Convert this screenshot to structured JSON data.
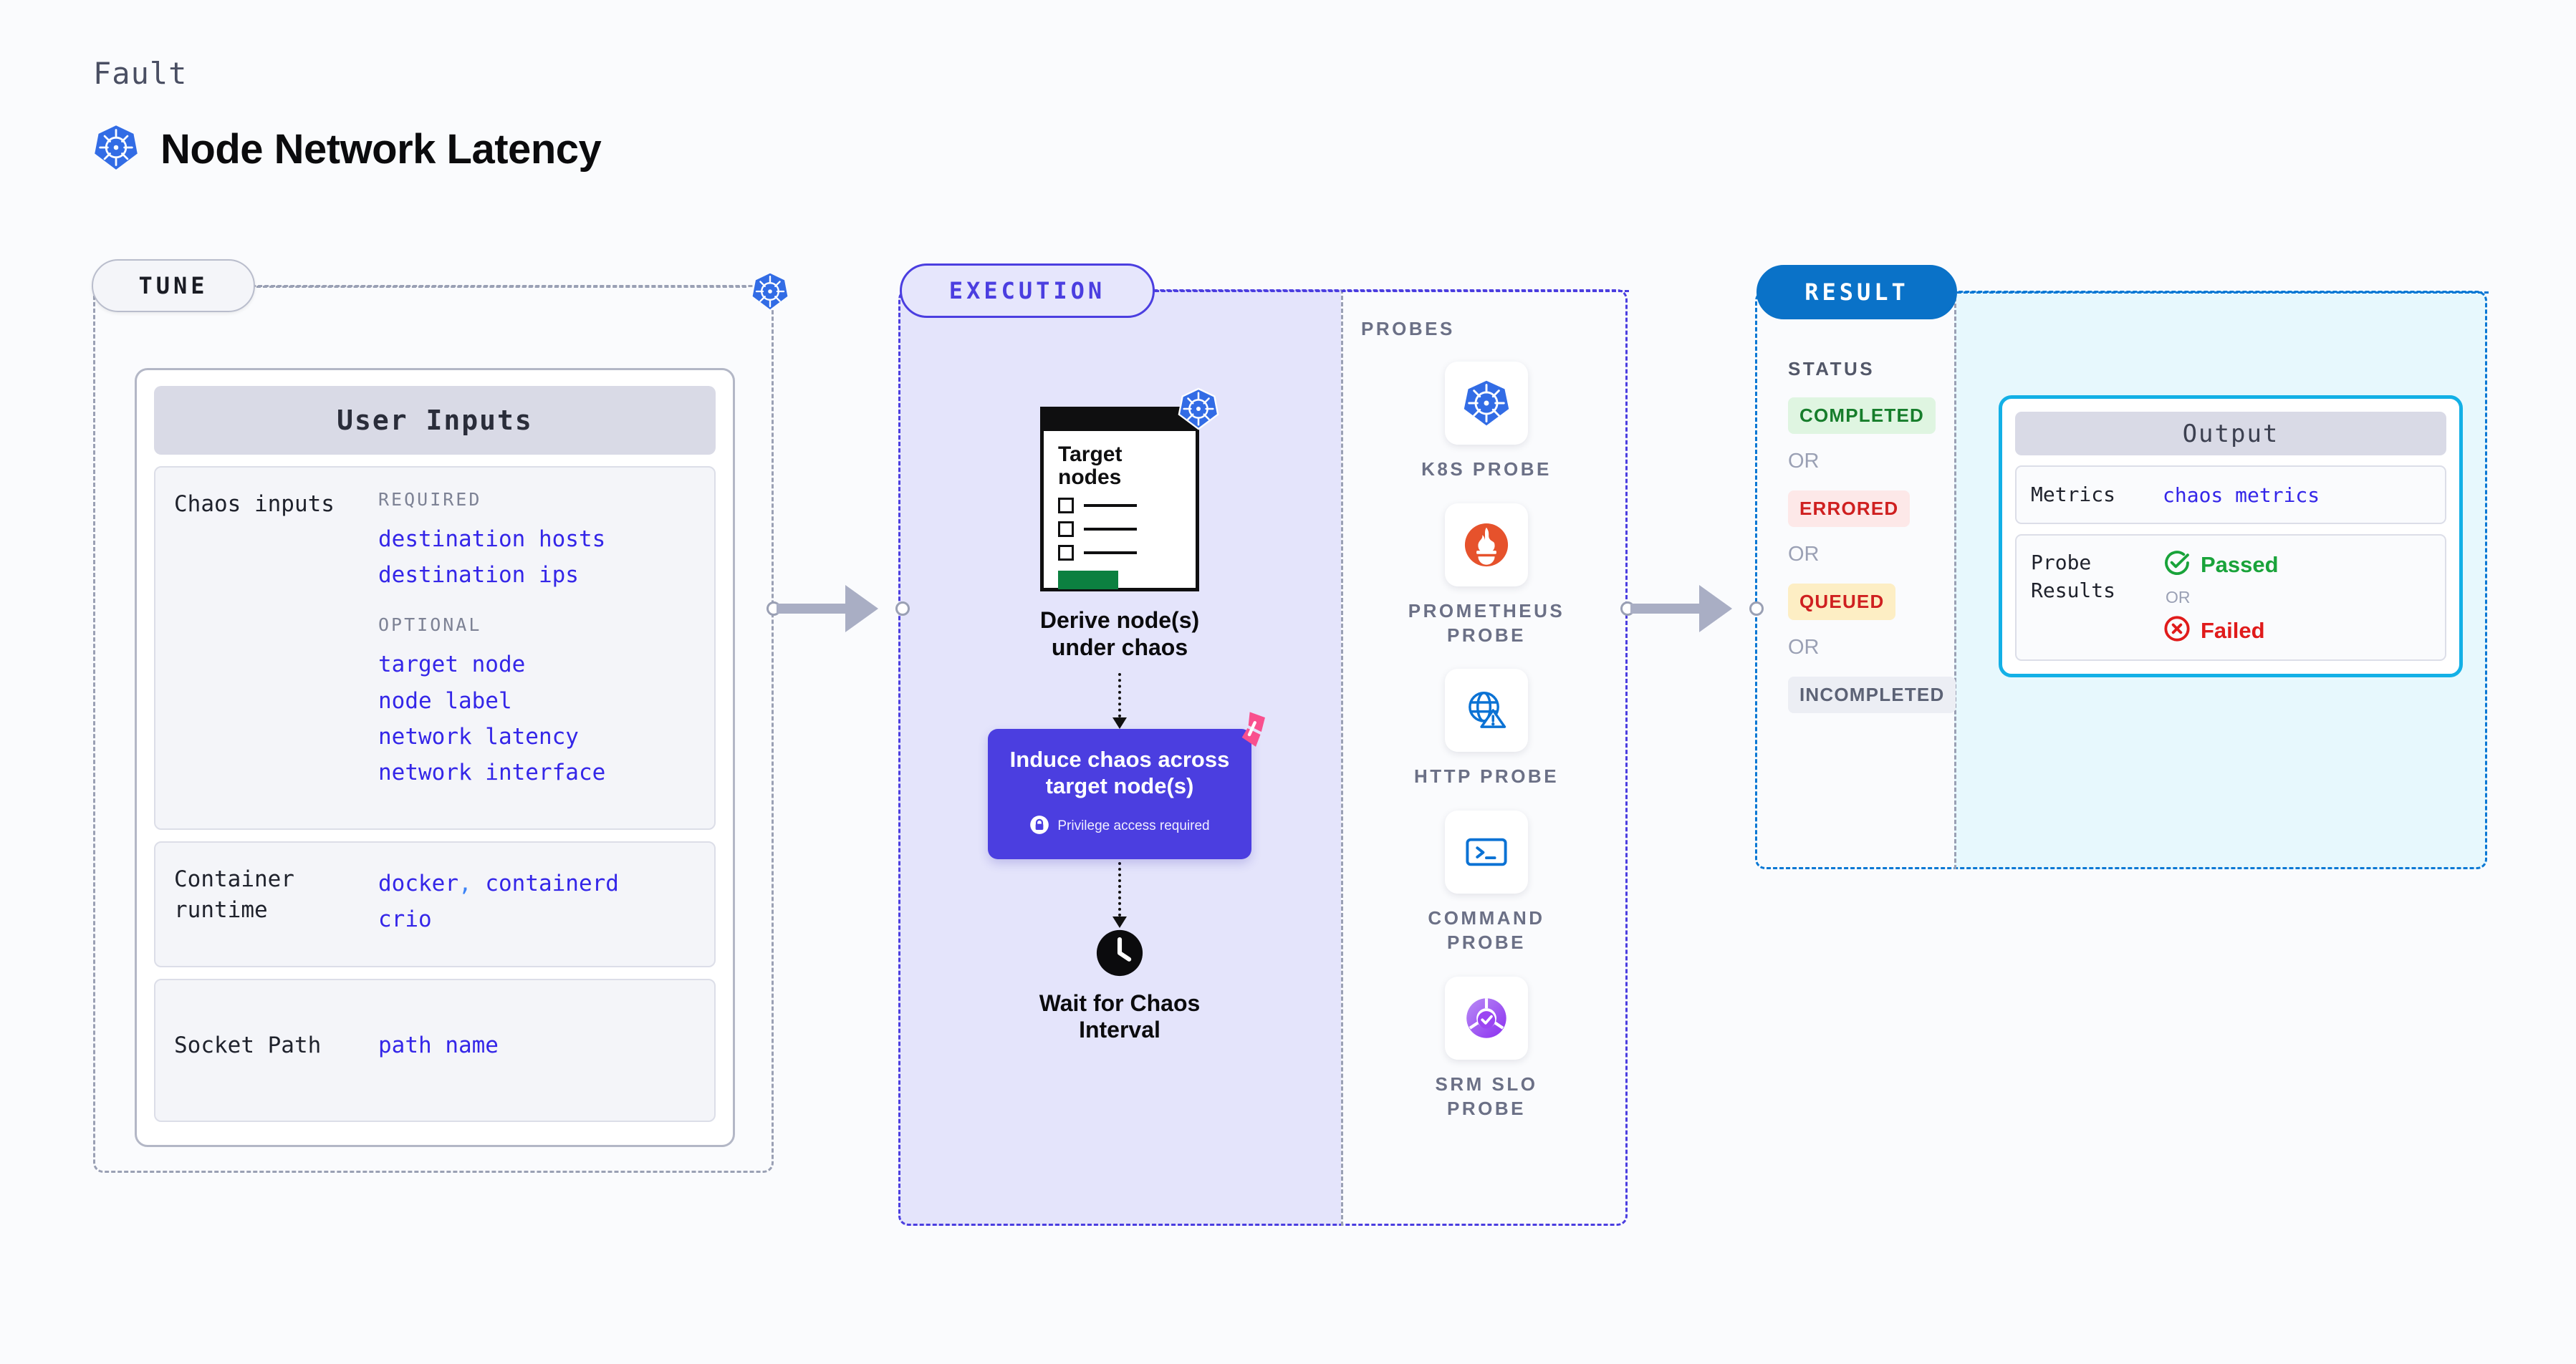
{
  "header": {
    "eyebrow": "Fault",
    "title": "Node Network Latency",
    "icon": "kubernetes-icon"
  },
  "colors": {
    "violet": "#4b3ee0",
    "blue": "#0a72c8",
    "cyan": "#13b0e6",
    "green": "#0c8040",
    "red": "#d92323",
    "pink": "#f9508e",
    "code_blue": "#3426e8",
    "grey_border": "#9aa0b4"
  },
  "stages": {
    "tune": {
      "pill_label": "TUNE",
      "badge_icon": "kubernetes-icon"
    },
    "execution": {
      "pill_label": "EXECUTION"
    },
    "result": {
      "pill_label": "RESULT"
    }
  },
  "tune": {
    "card_title": "User Inputs",
    "sections": [
      {
        "label": "Chaos inputs",
        "groups": [
          {
            "title": "REQUIRED",
            "values": [
              "destination hosts",
              "destination ips"
            ]
          },
          {
            "title": "OPTIONAL",
            "values": [
              "target node",
              "node label",
              "network latency",
              "network interface"
            ]
          }
        ]
      }
    ],
    "runtime": {
      "label": "Container runtime",
      "values_line1": [
        "docker",
        "containerd"
      ],
      "separator": ",",
      "values_line2": [
        "crio"
      ]
    },
    "socket": {
      "label": "Socket Path",
      "value": "path name"
    }
  },
  "execution": {
    "doc": {
      "title_line1": "Target",
      "title_line2": "nodes",
      "badge_icon": "kubernetes-icon",
      "checkbox_rows": 3
    },
    "step1_caption_line1": "Derive node(s)",
    "step1_caption_line2": "under chaos",
    "chaos": {
      "title_line1": "Induce chaos across",
      "title_line2": "target node(s)",
      "privilege_text": "Privilege access required",
      "privilege_icon": "lock-icon",
      "corner_icon": "harness-logo-icon"
    },
    "step3_icon": "clock-icon",
    "step3_caption_line1": "Wait for Chaos",
    "step3_caption_line2": "Interval"
  },
  "probes": {
    "title": "PROBES",
    "items": [
      {
        "label": "K8S PROBE",
        "icon": "kubernetes-icon"
      },
      {
        "label": "PROMETHEUS\nPROBE",
        "icon": "prometheus-icon"
      },
      {
        "label": "HTTP PROBE",
        "icon": "globe-warning-icon"
      },
      {
        "label": "COMMAND\nPROBE",
        "icon": "terminal-icon"
      },
      {
        "label": "SRM SLO\nPROBE",
        "icon": "srm-slo-icon"
      }
    ]
  },
  "result": {
    "status_title": "STATUS",
    "or_label": "OR",
    "badges": [
      {
        "label": "COMPLETED",
        "bg": "#dff5e1",
        "fg": "#167d2b"
      },
      {
        "label": "ERRORED",
        "bg": "#fde8e8",
        "fg": "#cf2020"
      },
      {
        "label": "QUEUED",
        "bg": "#fdeec4",
        "fg": "#cf2020"
      },
      {
        "label": "INCOMPLETED",
        "bg": "#eceef4",
        "fg": "#5c6275"
      }
    ],
    "output": {
      "title": "Output",
      "metrics_label": "Metrics",
      "metrics_value": "chaos metrics",
      "probe_label_line1": "Probe",
      "probe_label_line2": "Results",
      "passed_label": "Passed",
      "passed_icon": "check-circle-icon",
      "or_label": "OR",
      "failed_label": "Failed",
      "failed_icon": "x-circle-icon"
    }
  }
}
